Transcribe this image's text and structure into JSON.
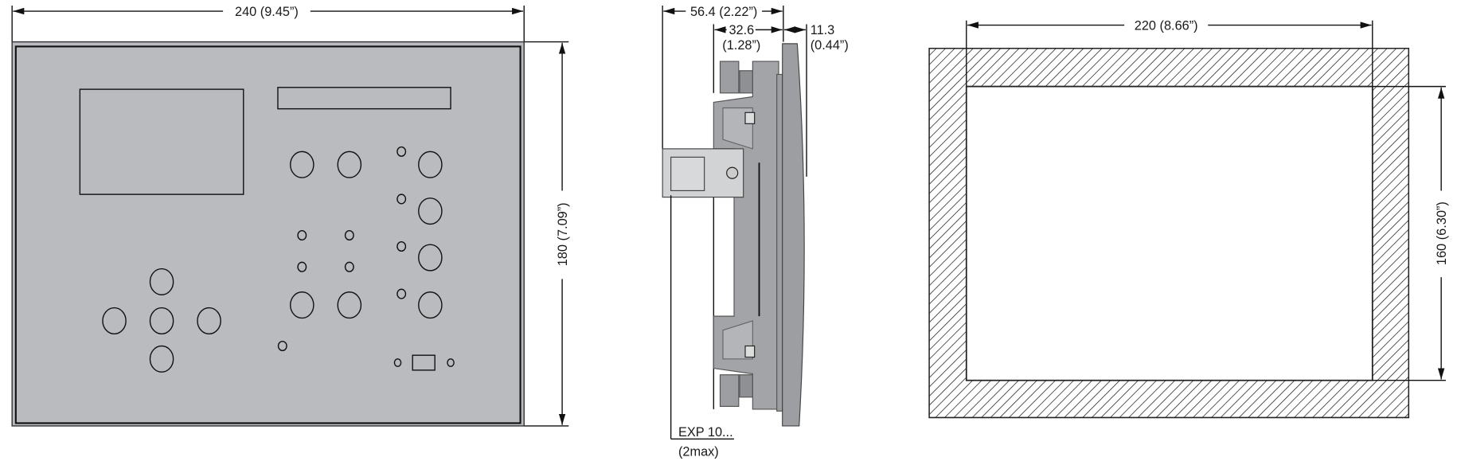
{
  "front_view": {
    "width_label": "240 (9.45”)",
    "height_label": "180 (7.09”)"
  },
  "side_view": {
    "depth_total_label": "56.4 (2.22”)",
    "depth_body_label": "32.6",
    "depth_body_inch": "(1.28”)",
    "bezel_label": "11.3",
    "bezel_inch": "(0.44”)",
    "module_label": "EXP 10...",
    "module_note": "(2max)"
  },
  "cutout_view": {
    "width_label": "220 (8.66”)",
    "height_label": "160 (6.30”)"
  },
  "colors": {
    "panel": "#b9bbbe",
    "side": "#9c9ea1",
    "connector": "#d2d3d5"
  }
}
